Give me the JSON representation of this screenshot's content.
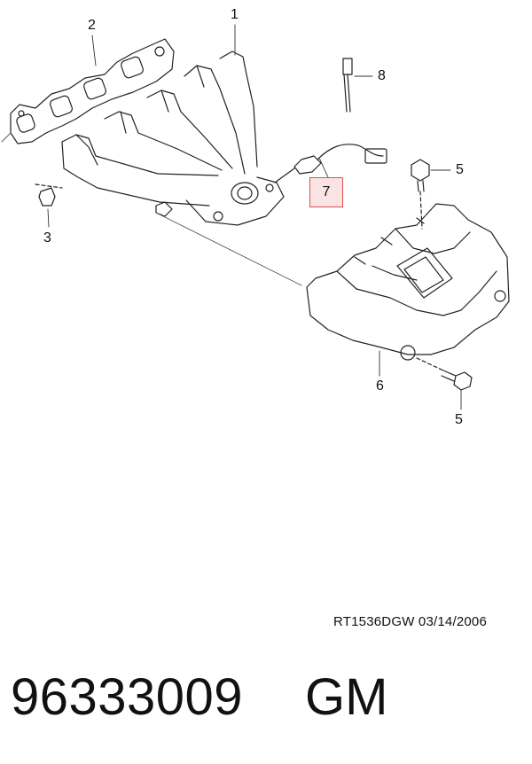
{
  "callouts": {
    "c1": "1",
    "c2": "2",
    "c3": "3",
    "c5a": "5",
    "c5b": "5",
    "c6": "6",
    "c7": "7",
    "c8": "8"
  },
  "highlight_color": "#d9534f",
  "drawing_code": "RT1536DGW  03/14/2006",
  "part_number": "96333009",
  "brand": "GM"
}
